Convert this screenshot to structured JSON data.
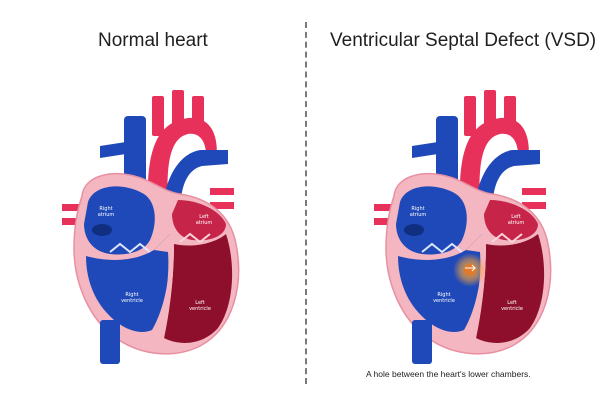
{
  "left_panel": {
    "title": "Normal heart",
    "labels": {
      "right_atrium": [
        "Right",
        "atrium"
      ],
      "left_atrium": [
        "Left",
        "atrium"
      ],
      "right_ventricle": [
        "Right",
        "ventricle"
      ],
      "left_ventricle": [
        "Left",
        "ventricle"
      ]
    }
  },
  "right_panel": {
    "title": "Ventricular Septal Defect (VSD)",
    "labels": {
      "right_atrium": [
        "Right",
        "atrium"
      ],
      "left_atrium": [
        "Left",
        "atrium"
      ],
      "right_ventricle": [
        "Right",
        "ventricle"
      ],
      "left_ventricle": [
        "Left",
        "ventricle"
      ]
    },
    "caption": "A hole between the heart's lower chambers."
  },
  "colors": {
    "deoxygenated": "#1f49b8",
    "oxygenated": "#e8315a",
    "left_ventricle": "#8e0f2b",
    "outline": "#f4b6c0",
    "defect_glow": "#f4a23a"
  }
}
